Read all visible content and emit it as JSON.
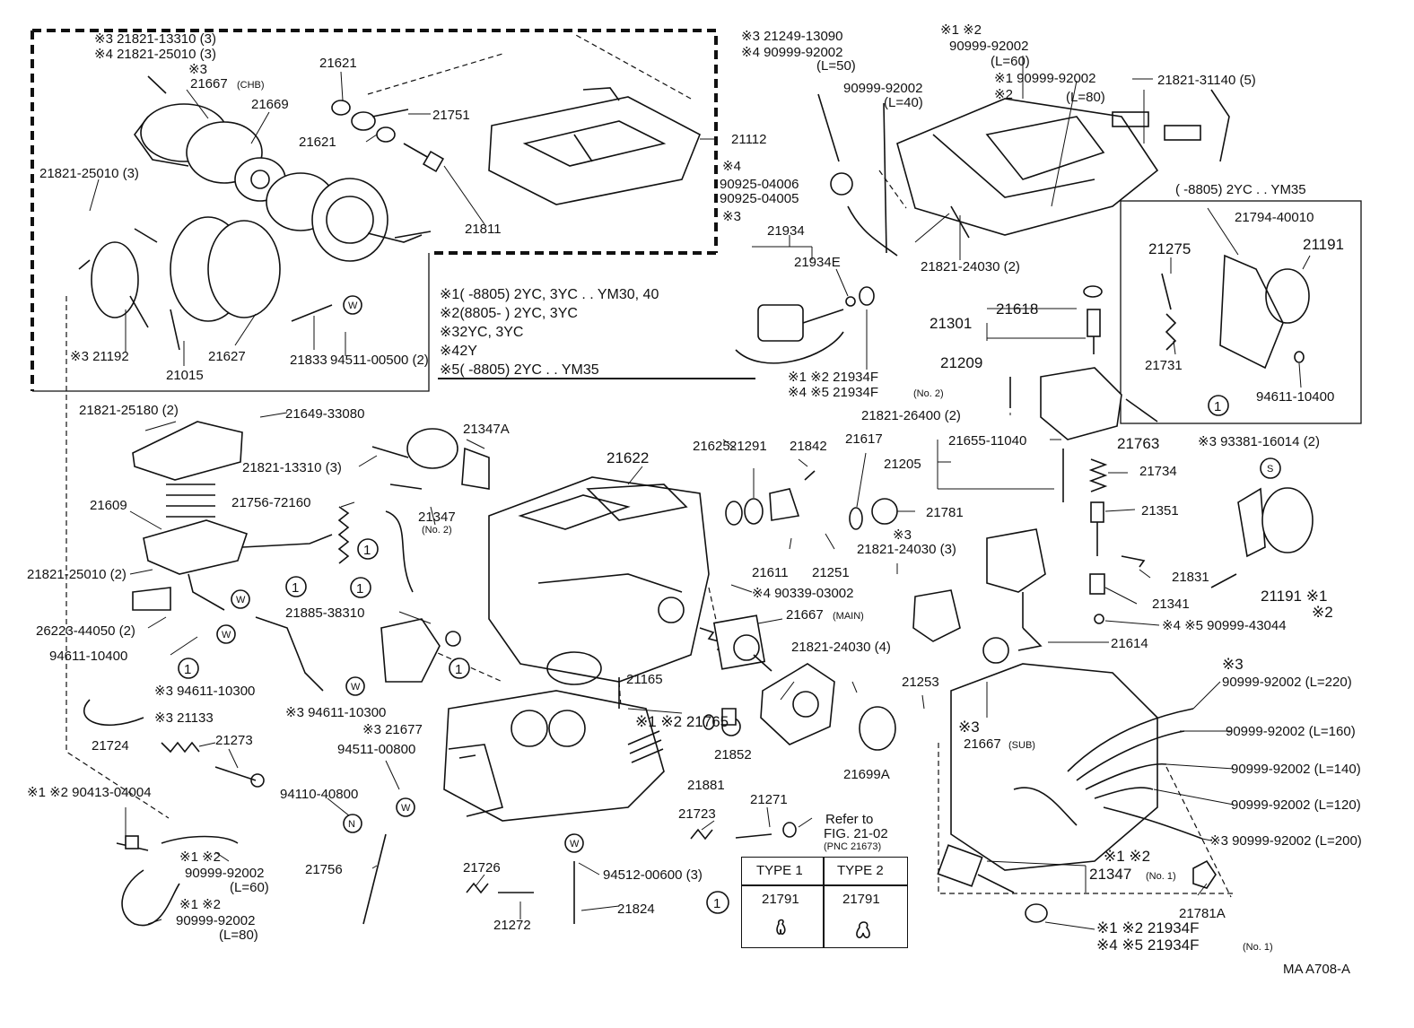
{
  "figure": {
    "code": "MA  A708-A",
    "notes": [
      {
        "mark": "※1",
        "text": "(      -8805) 2YC, 3YC . . YM30, 40"
      },
      {
        "mark": "※2",
        "text": "(8805-        ) 2YC, 3YC"
      },
      {
        "mark": "※3",
        "text": "2YC, 3YC"
      },
      {
        "mark": "※4",
        "text": "2Y"
      },
      {
        "mark": "※5",
        "text": "(      -8805) 2YC . . YM35"
      }
    ],
    "inset_label": "(      -8805) 2YC . . YM35",
    "refer_to": [
      "Refer to",
      "FIG. 21-02",
      "(PNC 21673)"
    ],
    "symbols": {
      "circle_one": "1",
      "washer": "W",
      "nut": "N",
      "screw": "S"
    }
  },
  "clip_table": {
    "headers": [
      "TYPE 1",
      "TYPE 2"
    ],
    "row_part": "21791",
    "values": [
      "21791",
      "21791"
    ]
  },
  "labels": {
    "l01": "※3 21821-13310 (3)",
    "l02": "※4 21821-25010 (3)",
    "l03": "※3",
    "l04": "21667",
    "l04s": "(CHB)",
    "l05": "21669",
    "l06": "21621",
    "l07": "21751",
    "l08": "21621",
    "l09": "21112",
    "l10": "21821-25010 (3)",
    "l11": "21811",
    "l12": "※4",
    "l13": "90925-04006",
    "l14": "90925-04005",
    "l15": "※3",
    "l16": "※3 21192",
    "l17": "21015",
    "l18": "21627",
    "l19": "21833",
    "l20": "94511-00500 (2)",
    "l21": "※3  21249-13090",
    "l22": "※4  90999-92002",
    "l23": "(L=50)",
    "l24": "90999-92002",
    "l25": "(L=40)",
    "l26": "※1 ※2",
    "l27": "90999-92002",
    "l28": "(L=60)",
    "l29": "※1 90999-92002",
    "l30": "※2",
    "l31": "(L=80)",
    "l32": "21821-31140 (5)",
    "l33": "21934",
    "l34": "21934E",
    "l35": "21821-24030 (2)",
    "l36": "21794-40010",
    "l37": "21275",
    "l38": "21191",
    "l39": "21731",
    "l40": "94611-10400",
    "l41": "21301",
    "l42": "21618",
    "l43": "※1 ※2 21934F",
    "l44": "※4 ※5 21934F",
    "l44s": "(No. 2)",
    "l45": "21209",
    "l46": "21821-26400 (2)",
    "l47": "21763",
    "l48": "※3 93381-16014 (2)",
    "l49": "21821-25180 (2)",
    "l50": "21649-33080",
    "l51": "21347A",
    "l52": "21622",
    "l53": "21291",
    "l54": "21842",
    "l55": "21617",
    "l56": "21655-11040",
    "l57": "21205",
    "l58": "21734",
    "l59": "21821-13310 (3)",
    "l60": "21609",
    "l61": "21756-72160",
    "l62": "21347",
    "l62s": "(No. 2)",
    "l63": "21625",
    "l64": "21781",
    "l65": "※3",
    "l66": "21351",
    "l67": "21821-25010 (2)",
    "l68": "21611",
    "l69": "21251",
    "l70": "21821-24030 (3)",
    "l71": "21831",
    "l72": "21191 ※1",
    "l73": "※2",
    "l74": "26223-44050 (2)",
    "l75": "21885-38310",
    "l76": "※4 90339-03002",
    "l77": "21341",
    "l78": "※4 ※5 90999-43044",
    "l79": "94611-10400",
    "l80": "21667",
    "l80s": "(MAIN)",
    "l81": "21614",
    "l82": "※3 94611-10300",
    "l83": "※3 94611-10300",
    "l84": "21165",
    "l85": "※1 ※2 21765",
    "l86": "21821-24030 (4)",
    "l87": "21253",
    "l88": "※3",
    "l89": "90999-92002 (L=220)",
    "l90": "※3 21133",
    "l91": "※3 21677",
    "l92": "90999-92002 (L=160)",
    "l93": "21724",
    "l94": "21273",
    "l95": "94511-00800",
    "l96": "21852",
    "l97": "21699A",
    "l98": "※3",
    "l99": "21667",
    "l99s": "(SUB)",
    "m01": "90999-92002 (L=140)",
    "m02": "※1 ※2 90413-04004",
    "m03": "94110-40800",
    "m04": "21881",
    "m05": "21271",
    "m06": "90999-92002 (L=120)",
    "m07": "21723",
    "m08": "※3 90999-92002 (L=200)",
    "m09": "※1 ※2",
    "m10": "90999-92002",
    "m11": "(L=60)",
    "m12": "※1 ※2",
    "m13": "90999-92002",
    "m14": "(L=80)",
    "m15": "21756",
    "m16": "21726",
    "m17": "21272",
    "m18": "94512-00600 (3)",
    "m19": "21824",
    "m20": "※1 ※2",
    "m21": "21347",
    "m21s": "(No. 1)",
    "m22": "21781A",
    "m23": "※1 ※2 21934F",
    "m24": "※4 ※5 21934F",
    "m24s": "(No. 1)"
  }
}
